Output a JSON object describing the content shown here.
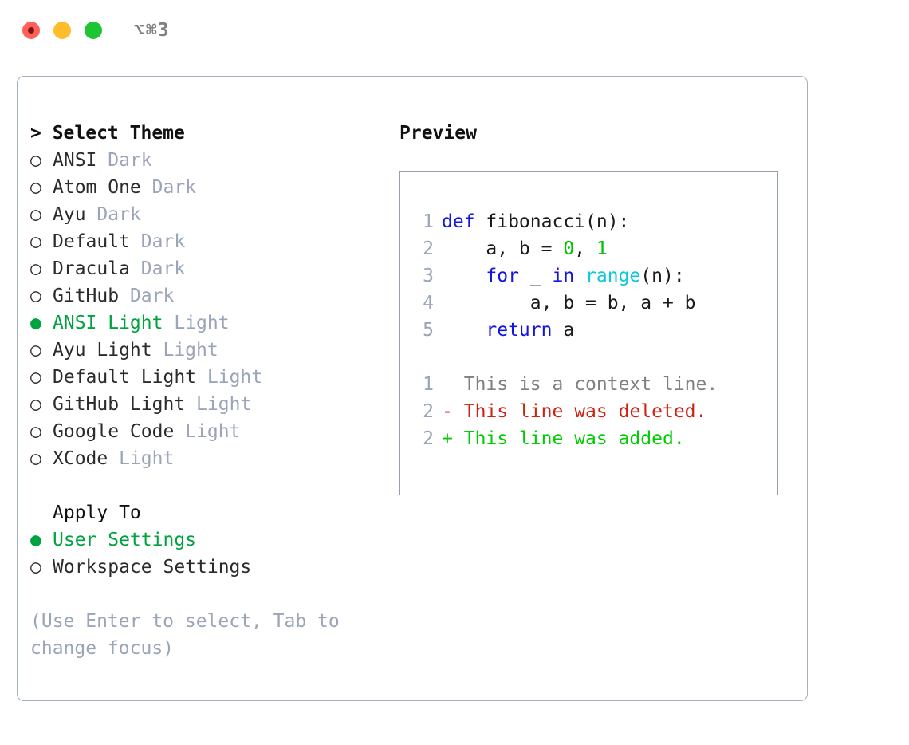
{
  "titlebar": {
    "shortcut": "⌥⌘3",
    "buttons": [
      {
        "name": "close",
        "color": "#ff6059"
      },
      {
        "name": "minimize",
        "color": "#ffbd2e"
      },
      {
        "name": "maximize",
        "color": "#1fc432"
      }
    ]
  },
  "theme_picker": {
    "header": "> Select Theme",
    "marker_selected": "●",
    "marker_unselected": "○",
    "items": [
      {
        "marker": "○",
        "name": "ANSI",
        "meta": "Dark",
        "selected": false
      },
      {
        "marker": "○",
        "name": "Atom One",
        "meta": "Dark",
        "selected": false
      },
      {
        "marker": "○",
        "name": "Ayu",
        "meta": "Dark",
        "selected": false
      },
      {
        "marker": "○",
        "name": "Default",
        "meta": "Dark",
        "selected": false
      },
      {
        "marker": "○",
        "name": "Dracula",
        "meta": "Dark",
        "selected": false
      },
      {
        "marker": "○",
        "name": "GitHub",
        "meta": "Dark",
        "selected": false
      },
      {
        "marker": "●",
        "name": "ANSI Light",
        "meta": "Light",
        "selected": true
      },
      {
        "marker": "○",
        "name": "Ayu Light",
        "meta": "Light",
        "selected": false
      },
      {
        "marker": "○",
        "name": "Default Light",
        "meta": "Light",
        "selected": false
      },
      {
        "marker": "○",
        "name": "GitHub Light",
        "meta": "Light",
        "selected": false
      },
      {
        "marker": "○",
        "name": "Google Code",
        "meta": "Light",
        "selected": false
      },
      {
        "marker": "○",
        "name": "XCode",
        "meta": "Light",
        "selected": false
      }
    ]
  },
  "apply_to": {
    "header": "Apply To",
    "options": [
      {
        "marker": "●",
        "label": "User Settings",
        "selected": true
      },
      {
        "marker": "○",
        "label": "Workspace Settings",
        "selected": false
      }
    ]
  },
  "hint": "(Use Enter to select, Tab to change focus)",
  "preview": {
    "title": "Preview",
    "code_lines": [
      {
        "num": "1",
        "tokens": [
          {
            "t": "def",
            "c": "kw"
          },
          {
            "t": " fibonacci(n):",
            "c": "plain"
          }
        ]
      },
      {
        "num": "2",
        "tokens": [
          {
            "t": "    a, b = ",
            "c": "plain"
          },
          {
            "t": "0",
            "c": "num"
          },
          {
            "t": ", ",
            "c": "plain"
          },
          {
            "t": "1",
            "c": "num"
          }
        ]
      },
      {
        "num": "3",
        "tokens": [
          {
            "t": "    ",
            "c": "plain"
          },
          {
            "t": "for",
            "c": "kw"
          },
          {
            "t": " _ ",
            "c": "plain"
          },
          {
            "t": "in",
            "c": "kw"
          },
          {
            "t": " ",
            "c": "plain"
          },
          {
            "t": "range",
            "c": "fn"
          },
          {
            "t": "(n):",
            "c": "plain"
          }
        ]
      },
      {
        "num": "4",
        "tokens": [
          {
            "t": "        a, b = b, a + b",
            "c": "plain"
          }
        ]
      },
      {
        "num": "5",
        "tokens": [
          {
            "t": "    ",
            "c": "plain"
          },
          {
            "t": "return",
            "c": "kw"
          },
          {
            "t": " a",
            "c": "plain"
          }
        ]
      }
    ],
    "diff_lines": [
      {
        "num": "1",
        "sign": " ",
        "text": "This is a context line.",
        "kind": "d-ctx"
      },
      {
        "num": "2",
        "sign": "-",
        "text": "This line was deleted.",
        "kind": "d-del"
      },
      {
        "num": "2",
        "sign": "+",
        "text": "This line was added.",
        "kind": "d-add"
      }
    ]
  },
  "colors": {
    "accent_green": "#00a33f",
    "meta_gray": "#9aa5b8",
    "border": "#94a0ae",
    "keyword_blue": "#1414e0",
    "function_cyan": "#0dc9d6",
    "number_green": "#00c000",
    "diff_deleted": "#cc2211",
    "diff_added": "#00cc00",
    "diff_context": "#808080"
  }
}
